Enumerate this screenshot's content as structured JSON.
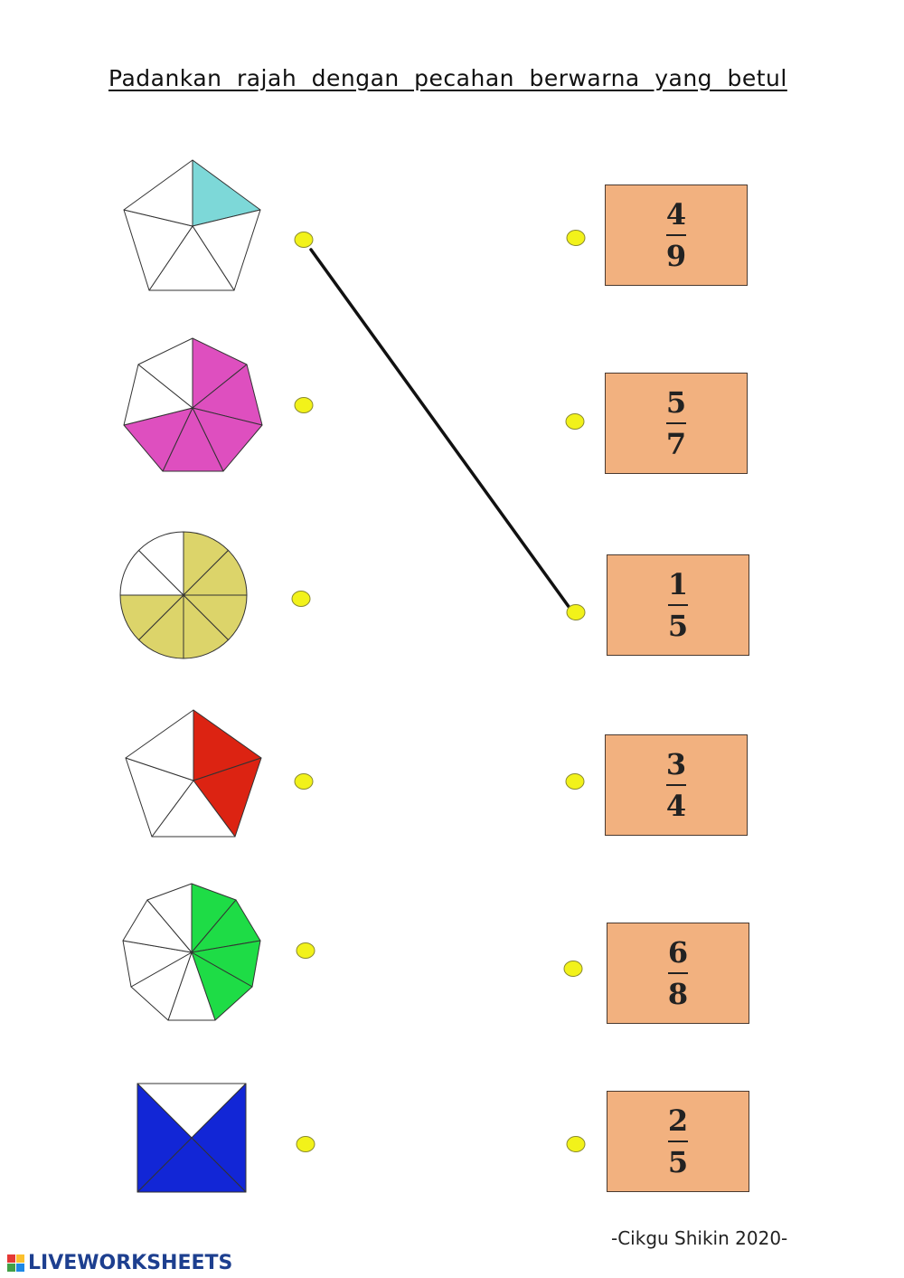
{
  "title": "Padankan rajah dengan pecahan berwarna yang betul",
  "footer": "-Cikgu Shikin 2020-",
  "brand": "LIVEWORKSHEETS",
  "colors": {
    "card_fill": "#f2b17f",
    "dot_fill": "#f2f21a",
    "cyan": "#7dd8d8",
    "magenta": "#de4fbf",
    "olive": "#dcd46a",
    "red": "#dc2312",
    "green": "#1edc46",
    "blue": "#1226d6"
  },
  "figures": [
    {
      "shape": "pentagon",
      "sectors": 5,
      "shaded": 1,
      "color": "cyan"
    },
    {
      "shape": "heptagon",
      "sectors": 7,
      "shaded": 5,
      "color": "magenta"
    },
    {
      "shape": "circle",
      "sectors": 8,
      "shaded": 6,
      "color": "olive"
    },
    {
      "shape": "pentagon",
      "sectors": 5,
      "shaded": 2,
      "color": "red"
    },
    {
      "shape": "nonagon",
      "sectors": 9,
      "shaded": 4,
      "color": "green"
    },
    {
      "shape": "square",
      "sectors": 4,
      "shaded": 3,
      "color": "blue"
    }
  ],
  "fractions": [
    {
      "numerator": "4",
      "denominator": "9"
    },
    {
      "numerator": "5",
      "denominator": "7"
    },
    {
      "numerator": "1",
      "denominator": "5"
    },
    {
      "numerator": "3",
      "denominator": "4"
    },
    {
      "numerator": "6",
      "denominator": "8"
    },
    {
      "numerator": "2",
      "denominator": "5"
    }
  ],
  "connections": [
    {
      "from_figure": 1,
      "to_fraction": 3
    }
  ]
}
